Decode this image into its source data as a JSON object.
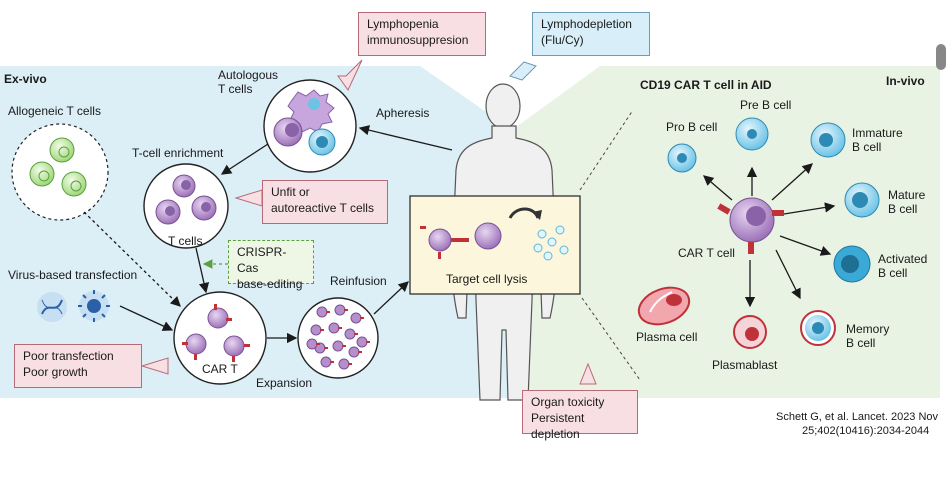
{
  "sections": {
    "exvivo": "Ex-vivo",
    "invivo": "In-vivo",
    "cd19_title": "CD19 CAR T cell in AID"
  },
  "labels": {
    "autologous": [
      "Autologous",
      "T cells"
    ],
    "allogeneic": "Allogeneic T cells",
    "tcell_enrichment": "T-cell enrichment",
    "tcells": "T cells",
    "apheresis": "Apheresis",
    "virus_transfection": "Virus-based transfection",
    "cart": "CAR T",
    "expansion": "Expansion",
    "reinfusion": "Reinfusion",
    "target_lysis": "Target cell lysis",
    "cart_cell": "CAR T cell"
  },
  "callouts": {
    "lymphopenia": [
      "Lymphopenia",
      "immunosuppresion"
    ],
    "lymphodepletion": [
      "Lymphodepletion",
      "(Flu/Cy)"
    ],
    "unfit": [
      "Unfit or",
      "autoreactive T cells"
    ],
    "crispr": [
      "CRISPR-Cas",
      "base-editing"
    ],
    "poor": [
      "Poor transfection",
      "Poor growth"
    ],
    "organ": [
      "Organ toxicity",
      "Persistent depletion"
    ]
  },
  "bcells": {
    "pro_b": "Pro B cell",
    "pre_b": "Pre B cell",
    "immature": [
      "Immature",
      "B cell"
    ],
    "mature": [
      "Mature",
      "B cell"
    ],
    "activated": [
      "Activated",
      "B cell"
    ],
    "memory": [
      "Memory",
      "B cell"
    ],
    "plasmablast": "Plasmablast",
    "plasma_cell": "Plasma cell"
  },
  "citation": [
    "Schett G, et al. Lancet. 2023 Nov",
    "25;402(10416):2034-2044"
  ],
  "colors": {
    "exvivo_bg": "#dceef6",
    "invivo_bg": "#e9f3e4",
    "tcell": "#b48fcb",
    "bcell": "#5bb8dd",
    "car": "#c0323a",
    "plasma": "#d94b55"
  }
}
